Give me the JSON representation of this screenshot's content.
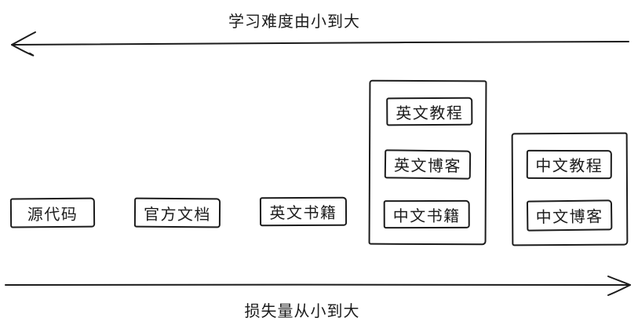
{
  "diagram": {
    "background": "#ffffff",
    "stroke_color": "#1c1c1c",
    "top_arrow": {
      "label": "学习难度由小到大",
      "direction": "left"
    },
    "bottom_arrow": {
      "label": "损失量从小到大",
      "direction": "right"
    },
    "boxes": [
      {
        "label": "源代码"
      },
      {
        "label": "官方文档"
      },
      {
        "label": "英文书籍"
      }
    ],
    "groups": [
      {
        "name": "english-resources-group",
        "items": [
          {
            "label": "英文教程"
          },
          {
            "label": "英文博客"
          },
          {
            "label": "中文书籍"
          }
        ]
      },
      {
        "name": "chinese-resources-group",
        "items": [
          {
            "label": "中文教程"
          },
          {
            "label": "中文博客"
          }
        ]
      }
    ]
  }
}
